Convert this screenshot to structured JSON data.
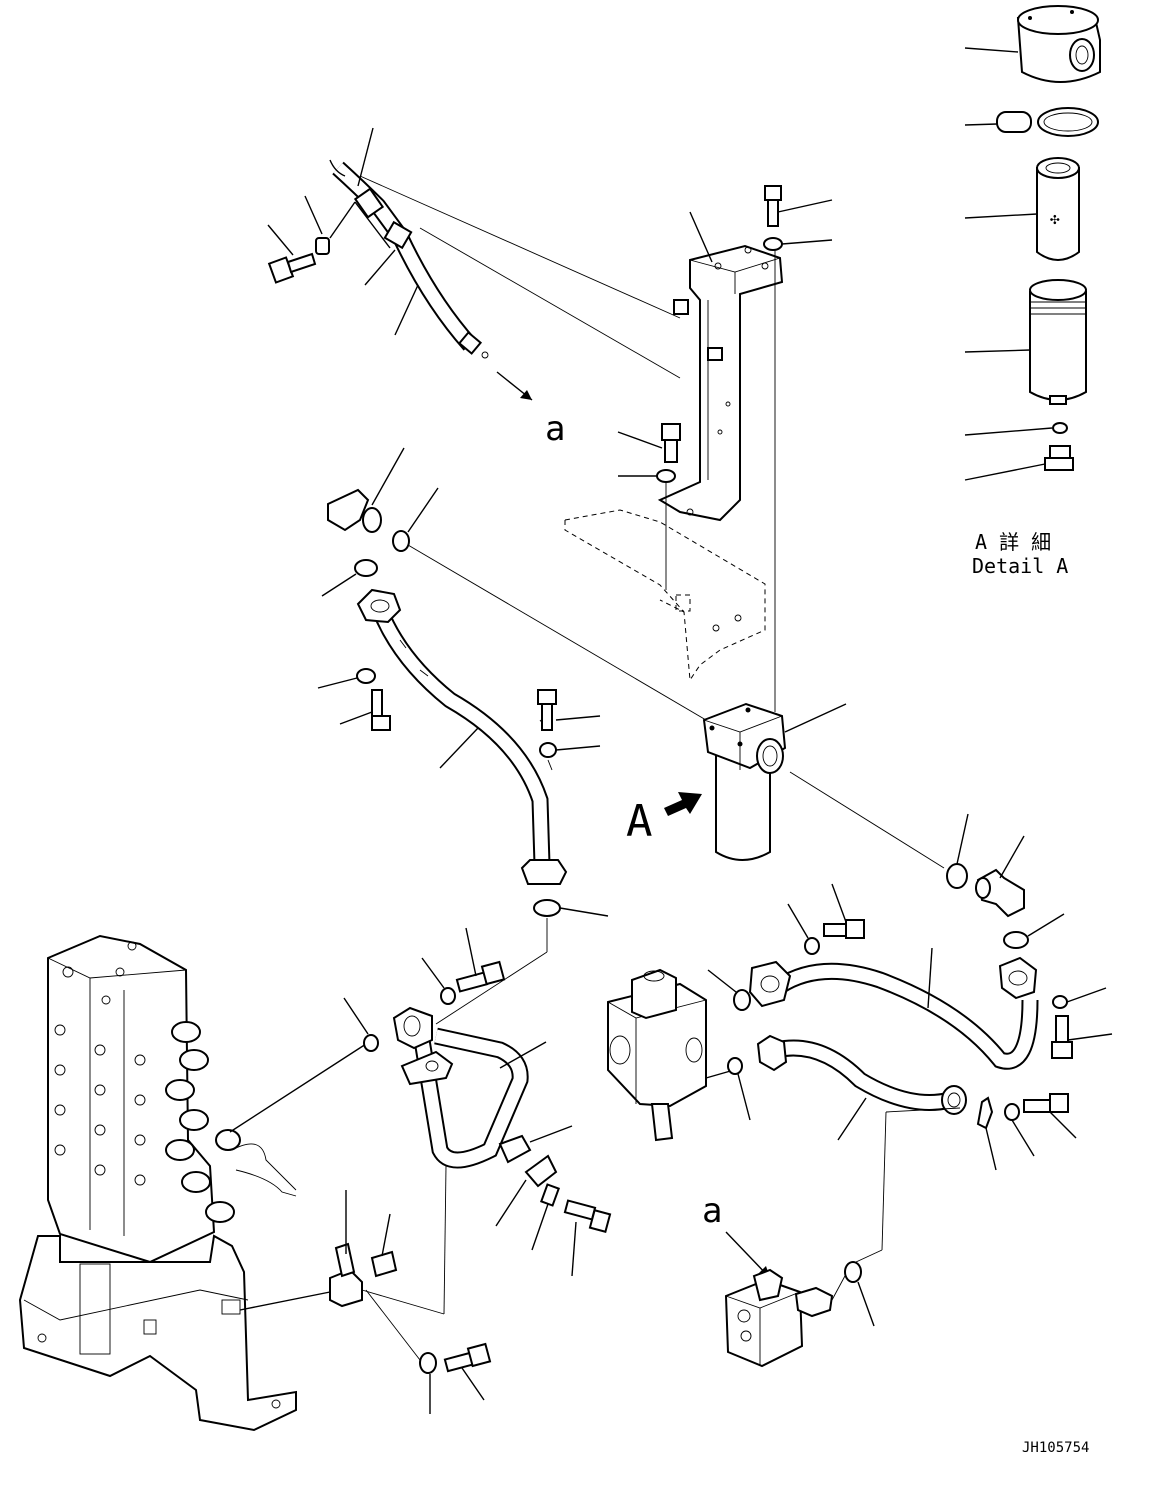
{
  "labels": {
    "view_marker": "A",
    "ref_a_top": "a",
    "ref_a_bottom": "a",
    "detail_title_jp": "A 詳 細",
    "detail_title_en": "Detail A",
    "drawing_number": "JH105754"
  },
  "icons": {
    "view_arrow": "arrow-right-icon"
  }
}
